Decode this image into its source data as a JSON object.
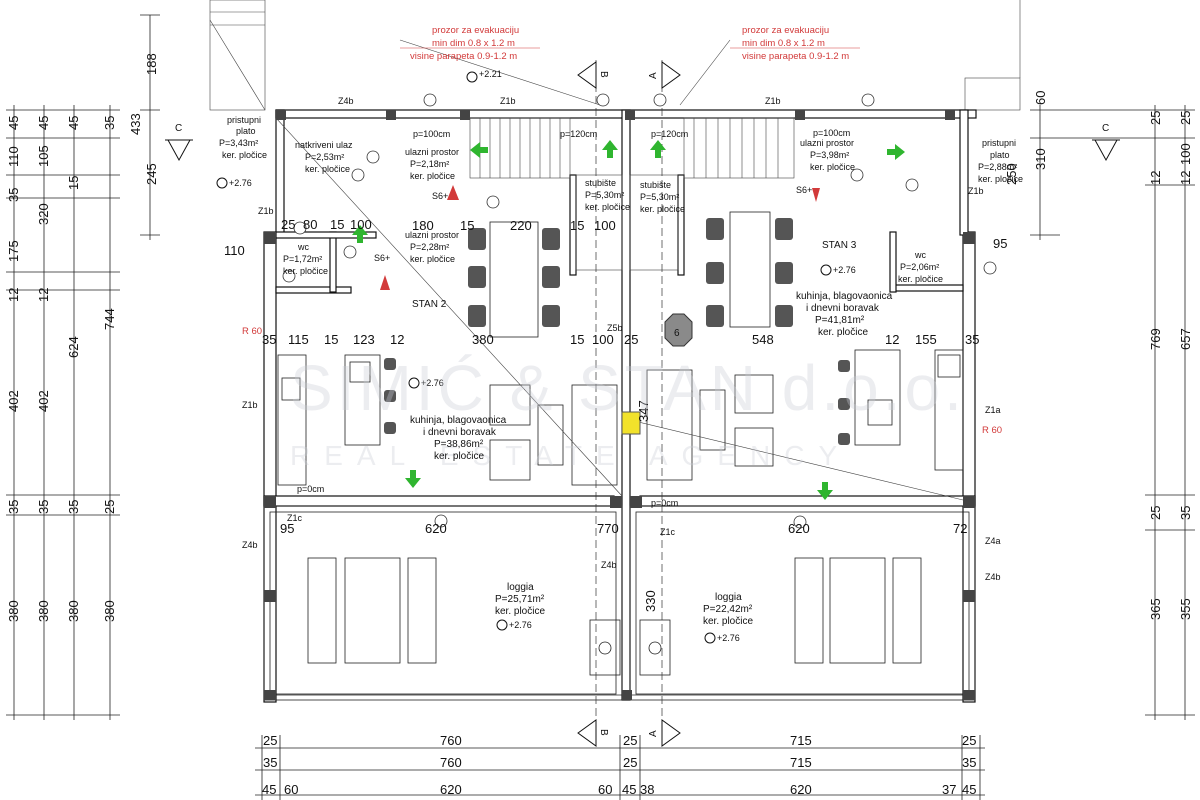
{
  "colors": {
    "red": "#d23a3a",
    "green": "#2fb52f",
    "yellow": "#f2e22b",
    "hex": "#8a8a8a"
  },
  "evac_left": {
    "l1": "prozor za evakuaciju",
    "l2": "min dim 0.8 x 1.2 m",
    "l3": "visine parapeta 0.9-1.2 m"
  },
  "evac_right": {
    "l1": "prozor za evakuaciju",
    "l2": "min dim 0.8 x 1.2 m",
    "l3": "visine parapeta 0.9-1.2 m"
  },
  "sections": {
    "a": "A",
    "b": "B",
    "c": "C"
  },
  "rooms": {
    "pristupni_left": {
      "n1": "pristupni",
      "n2": "plato",
      "area": "P=3,43m²",
      "floor": "ker. pločice"
    },
    "natkriveni": {
      "n1": "natkriveni ulaz",
      "area": "P=2,53m²",
      "floor": "ker. pločice"
    },
    "ulazni_left": {
      "n1": "ulazni prostor",
      "area": "P=2,18m²",
      "floor": "ker. pločice"
    },
    "ulazni_left2": {
      "n1": "ulazni prostor",
      "area": "P=2,28m²",
      "floor": "ker. pločice"
    },
    "stubiste_left": {
      "n1": "stubište",
      "area": "P=5,30m²",
      "floor": "ker. pločice"
    },
    "stubiste_right": {
      "n1": "stubište",
      "area": "P=5,30m²",
      "floor": "ker. pločice"
    },
    "ulazni_right": {
      "n1": "ulazni prostor",
      "area": "P=3,98m²",
      "floor": "ker. pločice"
    },
    "pristupni_right": {
      "n1": "pristupni",
      "n2": "plato",
      "area": "P=2,88m²",
      "floor": "ker. pločice"
    },
    "wc_left": {
      "n1": "wc",
      "area": "P=1,72m²",
      "floor": "ker. pločice"
    },
    "wc_right": {
      "n1": "wc",
      "area": "P=2,06m²",
      "floor": "ker. pločice"
    },
    "stan2": {
      "name": "STAN 2"
    },
    "stan3": {
      "name": "STAN 3"
    },
    "kuhinja_left": {
      "n1": "kuhinja, blagovaonica",
      "n2": "i dnevni boravak",
      "area": "P=38,86m²",
      "floor": "ker. pločice"
    },
    "kuhinja_right": {
      "n1": "kuhinja, blagovaonica",
      "n2": "i dnevni boravak",
      "area": "P=41,81m²",
      "floor": "ker. pločice"
    },
    "loggia_left": {
      "n1": "loggia",
      "area": "P=25,71m²",
      "floor": "ker. pločice"
    },
    "loggia_right": {
      "n1": "loggia",
      "area": "P=22,42m²",
      "floor": "ker. pločice"
    }
  },
  "tags": {
    "z4b": "Z4b",
    "z1b": "Z1b",
    "z5b": "Z5b",
    "z1a": "Z1a",
    "z1c": "Z1c",
    "z4a": "Z4a",
    "s6": "S6+",
    "r60": "R 60",
    "hex": "6",
    "lvl": "+2.76",
    "lvl2": "+2.21",
    "p100": "p=100cm",
    "p120": "p=120cm",
    "p0": "p=0cm"
  },
  "watermark": {
    "l1": "SIMIĆ & STAN d.o.o.",
    "l2": "REAL ESTATE AGENCY"
  },
  "dims": {
    "left_outer": [
      "45",
      "110",
      "35",
      "175",
      "12",
      "402",
      "35",
      "380"
    ],
    "left_mid": [
      "45",
      "105",
      "15",
      "320",
      "12",
      "624",
      "402",
      "35",
      "380"
    ],
    "left_inner": [
      "35",
      "744",
      "25",
      "380"
    ],
    "top_left": [
      "188",
      "433",
      "245"
    ],
    "right_inner": [
      "60",
      "250",
      "310",
      "769",
      "657",
      "25",
      "365",
      "35",
      "355"
    ],
    "right_outer": [
      "25",
      "100",
      "12",
      "25",
      "355"
    ],
    "bottom_row1": [
      "25",
      "760",
      "25",
      "715",
      "25"
    ],
    "bottom_row2": [
      "35",
      "760",
      "25",
      "715",
      "35"
    ],
    "bottom_row3": [
      "45",
      "60",
      "620",
      "60",
      "45",
      "38",
      "620",
      "37",
      "45"
    ],
    "interior": [
      "180",
      "15",
      "220",
      "15",
      "100",
      "25",
      "80",
      "15",
      "100",
      "110",
      "95",
      "15",
      "123",
      "12",
      "380",
      "15",
      "100",
      "25",
      "548",
      "12",
      "155",
      "35",
      "115",
      "35",
      "620",
      "620",
      "95",
      "72",
      "770",
      "330",
      "347",
      "25"
    ]
  }
}
